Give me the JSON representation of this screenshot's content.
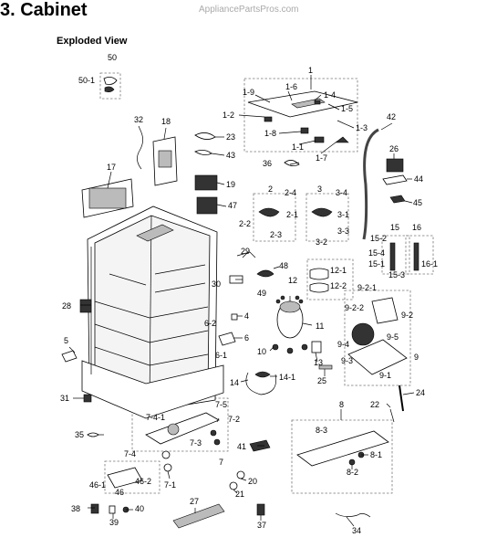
{
  "header": {
    "title": "3.  Cabinet",
    "watermark": "AppliancePartsPros.com",
    "subtitle": "Exploded View"
  },
  "callouts": [
    "50",
    "50-1",
    "1",
    "1-6",
    "1-9",
    "1-4",
    "1-5",
    "1-2",
    "1-3",
    "1-8",
    "1-1",
    "1-7",
    "32",
    "18",
    "23",
    "43",
    "42",
    "26",
    "36",
    "44",
    "45",
    "17",
    "19",
    "47",
    "2",
    "2-4",
    "2-1",
    "2-2",
    "2-3",
    "3",
    "3-4",
    "3-1",
    "3-3",
    "3-2",
    "15",
    "15-2",
    "15-4",
    "15-1",
    "15-3",
    "16",
    "16-1",
    "29",
    "48",
    "12",
    "12-1",
    "12-2",
    "30",
    "28",
    "49",
    "9-2-1",
    "9-2-2",
    "9-2",
    "11",
    "4",
    "6-2",
    "6",
    "6-1",
    "9-4",
    "9-5",
    "9-3",
    "9",
    "9-1",
    "5",
    "10",
    "13",
    "25",
    "14",
    "14-1",
    "24",
    "31",
    "7-5",
    "7-4-1",
    "7-2",
    "8",
    "22",
    "8-3",
    "35",
    "7-3",
    "41",
    "8-1",
    "7-4",
    "7",
    "8-2",
    "46-1",
    "46-2",
    "7-1",
    "20",
    "46",
    "21",
    "27",
    "38",
    "40",
    "39",
    "37",
    "34"
  ]
}
